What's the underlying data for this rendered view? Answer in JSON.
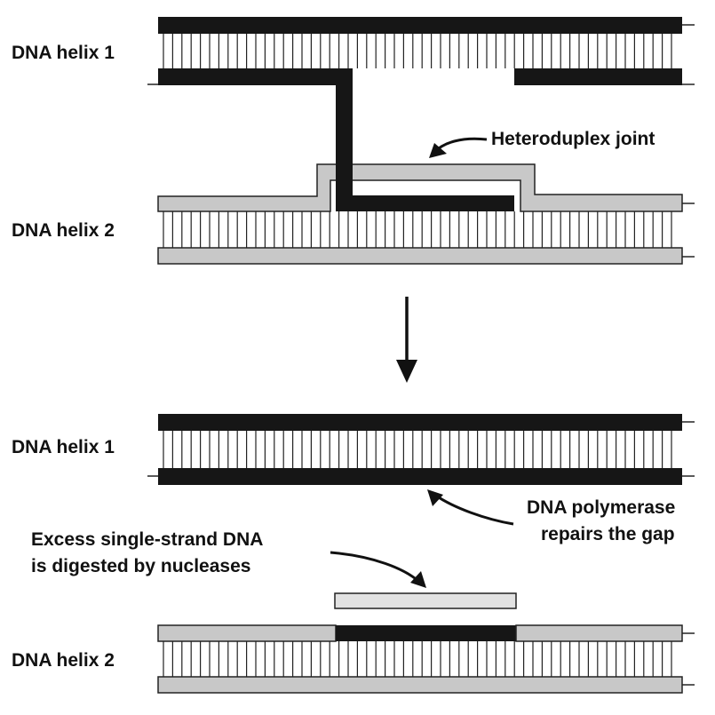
{
  "labels": {
    "top_helix1": "DNA helix 1",
    "top_helix2": "DNA helix 2",
    "bottom_helix1": "DNA helix 1",
    "bottom_helix2": "DNA helix 2",
    "heteroduplex": "Heteroduplex joint",
    "polymerase_line1": "DNA polymerase",
    "polymerase_line2": "repairs the gap",
    "nuclease_line1": "Excess single-strand DNA",
    "nuclease_line2": "is digested by nucleases"
  },
  "colors": {
    "dark_strand": "#161616",
    "light_strand": "#c8c8c8",
    "fragment": "#e2e2e2",
    "outline": "#222222"
  }
}
